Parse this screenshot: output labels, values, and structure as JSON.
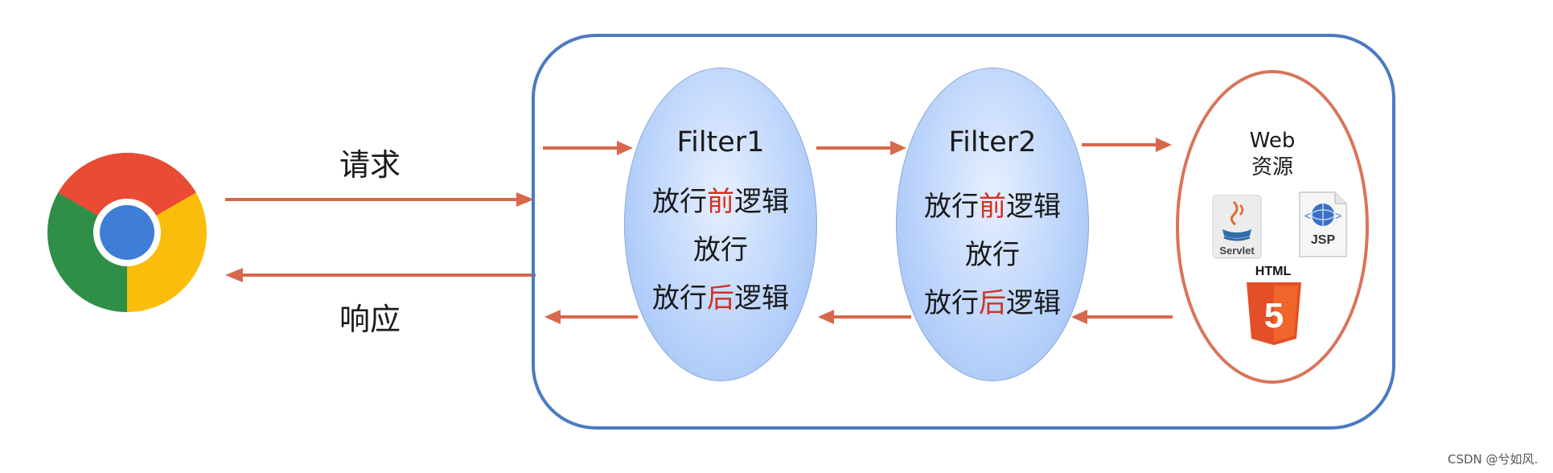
{
  "browser": {
    "icon": "chrome-browser-icon"
  },
  "arrows": {
    "color": "#d8684c"
  },
  "labels": {
    "request": "请求",
    "response": "响应"
  },
  "filters": [
    {
      "name": "Filter1",
      "pre_a": "放行",
      "pre_b": "前",
      "pre_c": "逻辑",
      "pass": "放行",
      "post_a": "放行",
      "post_b": "后",
      "post_c": "逻辑"
    },
    {
      "name": "Filter2",
      "pre_a": "放行",
      "pre_b": "前",
      "pre_c": "逻辑",
      "pass": "放行",
      "post_a": "放行",
      "post_b": "后",
      "post_c": "逻辑"
    }
  ],
  "web_resource": {
    "title_line1": "Web",
    "title_line2": "资源",
    "servlet_label": "Servlet",
    "jsp_label": "JSP",
    "html_label": "HTML",
    "html_badge": "5"
  },
  "watermark": "CSDN @兮如风."
}
